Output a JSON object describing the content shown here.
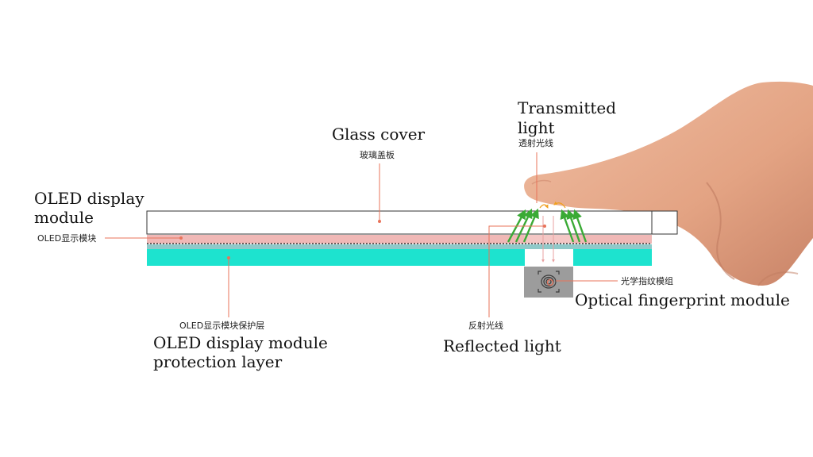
{
  "labels": {
    "glass_cover": {
      "en": "Glass cover",
      "zh": "玻璃盖板"
    },
    "transmitted_light": {
      "en_line1": "Transmitted",
      "en_line2": "light",
      "zh": "透射光线"
    },
    "oled_display_module": {
      "en_line1": "OLED display",
      "en_line2": "module",
      "zh": "OLED显示模块"
    },
    "protection_layer": {
      "en_line1": "OLED display module",
      "en_line2": "protection layer",
      "zh": "OLED显示模块保护层"
    },
    "reflected_light": {
      "en": "Reflected light",
      "zh": "反射光线"
    },
    "fingerprint_module": {
      "en": "Optical fingerprint module",
      "zh": "光学指纹模组"
    }
  },
  "colors": {
    "leader_line": "#e8735a",
    "oled_layer": "#f0b8b6",
    "protection_layer": "#1de3cf",
    "transmitted_arrow": "#3aaa35",
    "sensor": "#9c9c9c",
    "skin": "#e7a98a"
  },
  "icons": {
    "fingerprint": "fingerprint-icon",
    "finger": "finger-hand-image"
  }
}
